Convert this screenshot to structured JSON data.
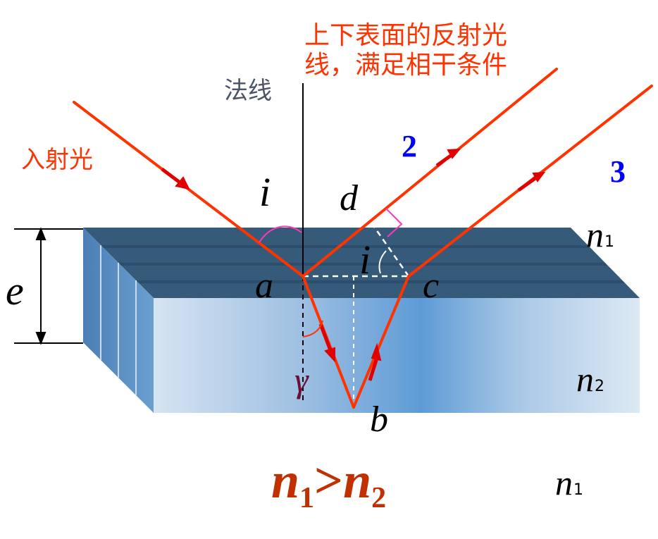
{
  "labels": {
    "normal": "法线",
    "incident": "入射光",
    "note_line1": "上下表面的反射光",
    "note_line2": "线，满足相干条件",
    "ray2": "2",
    "ray3": "3",
    "angle_i": "i",
    "angle_i2": "i",
    "angle_gamma": "γ",
    "point_a": "a",
    "point_b": "b",
    "point_c": "c",
    "point_d": "d",
    "thickness": "e",
    "n1_top": "n",
    "n1_top_sub": "1",
    "n2": "n",
    "n2_sub": "2",
    "n1_bottom": "n",
    "n1_bottom_sub": "1",
    "cond_n1": "n",
    "cond_n1_sub": "1",
    "cond_gt": ">",
    "cond_n2": "n",
    "cond_n2_sub": "2"
  },
  "colors": {
    "ray": "#ff3300",
    "arrow": "#e00000",
    "note": "#ff3300",
    "number_blue": "#0000ff",
    "condition": "#c03000",
    "gamma": "#6b0f3a",
    "angle_mark": "#ff3ab0",
    "normal_text": "#4a5568",
    "slab_top": "#355878",
    "slab_side": "#5a8fc4"
  }
}
